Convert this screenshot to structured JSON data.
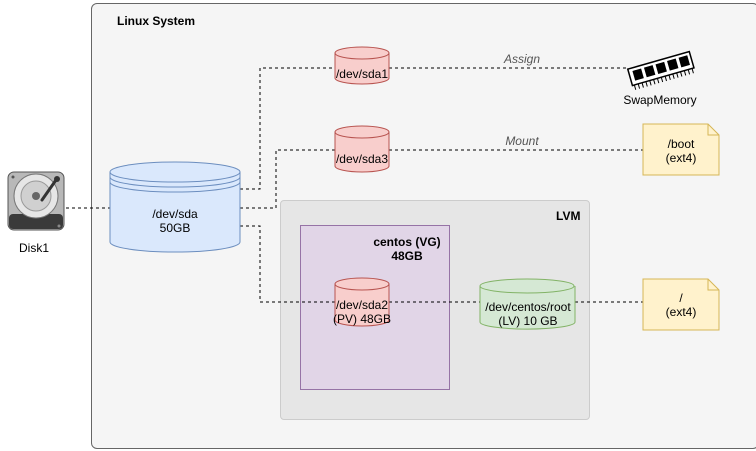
{
  "system": {
    "title": "Linux System"
  },
  "lvm": {
    "title": "LVM"
  },
  "vg": {
    "title_line1": "centos (VG)",
    "title_line2": "48GB"
  },
  "disk": {
    "label": "Disk1"
  },
  "sda": {
    "line1": "/dev/sda",
    "line2": "50GB"
  },
  "sda1": {
    "label": "/dev/sda1"
  },
  "sda3": {
    "label": "/dev/sda3"
  },
  "sda2": {
    "line1": "/dev/sda2",
    "line2": "(PV) 48GB"
  },
  "lv": {
    "line1": "/dev/centos/root",
    "line2": "(LV) 10 GB"
  },
  "swap": {
    "label": "SwapMemory"
  },
  "boot": {
    "line1": "/boot",
    "line2": "(ext4)"
  },
  "root": {
    "line1": "/",
    "line2": "(ext4)"
  },
  "edges": {
    "assign": "Assign",
    "mount": "Mount"
  },
  "colors": {
    "red_fill": "#f8cecc",
    "red_stroke": "#b85450",
    "blue_fill": "#dae8fc",
    "blue_stroke": "#6c8ebf",
    "green_fill": "#d5e8d4",
    "green_stroke": "#82b366",
    "note_fill": "#fff2cc",
    "note_stroke": "#d6b656",
    "vg_fill": "#e1d5e7",
    "vg_stroke": "#9673a6"
  }
}
